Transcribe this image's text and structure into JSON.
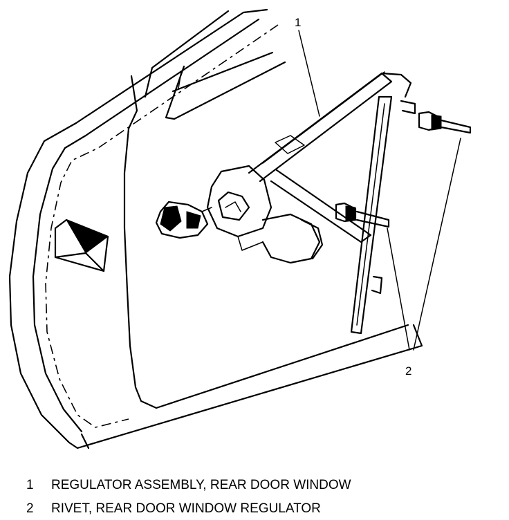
{
  "callouts": [
    {
      "id": "1",
      "text": "1"
    },
    {
      "id": "2",
      "text": "2"
    }
  ],
  "legend": [
    {
      "number": "1",
      "text": "REGULATOR ASSEMBLY, REAR DOOR WINDOW"
    },
    {
      "number": "2",
      "text": "RIVET, REAR DOOR WINDOW REGULATOR"
    }
  ]
}
